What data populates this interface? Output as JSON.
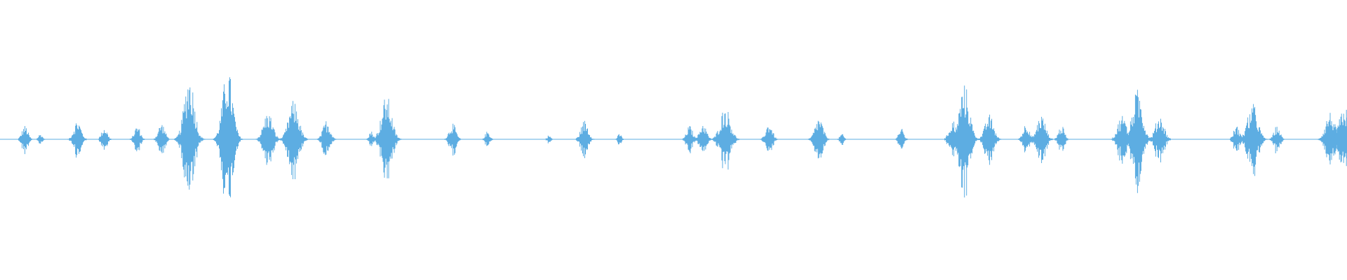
{
  "waveform": {
    "color": "#5DADE2",
    "baseline_color": "#5DADE2",
    "bursts": [
      {
        "time": 0.0185,
        "amplitude": 0.05
      },
      {
        "time": 0.03,
        "amplitude": 0.02
      },
      {
        "time": 0.0575,
        "amplitude": 0.07
      },
      {
        "time": 0.0775,
        "amplitude": 0.045
      },
      {
        "time": 0.102,
        "amplitude": 0.05
      },
      {
        "time": 0.12,
        "amplitude": 0.06
      },
      {
        "time": 0.1405,
        "amplitude": 0.24
      },
      {
        "time": 0.169,
        "amplitude": 0.26
      },
      {
        "time": 0.199,
        "amplitude": 0.1
      },
      {
        "time": 0.218,
        "amplitude": 0.14
      },
      {
        "time": 0.2425,
        "amplitude": 0.07
      },
      {
        "time": 0.2755,
        "amplitude": 0.03
      },
      {
        "time": 0.287,
        "amplitude": 0.16
      },
      {
        "time": 0.336,
        "amplitude": 0.06
      },
      {
        "time": 0.362,
        "amplitude": 0.03
      },
      {
        "time": 0.4075,
        "amplitude": 0.015
      },
      {
        "time": 0.434,
        "amplitude": 0.07
      },
      {
        "time": 0.46,
        "amplitude": 0.02
      },
      {
        "time": 0.512,
        "amplitude": 0.05
      },
      {
        "time": 0.522,
        "amplitude": 0.06
      },
      {
        "time": 0.5385,
        "amplitude": 0.12
      },
      {
        "time": 0.571,
        "amplitude": 0.06
      },
      {
        "time": 0.608,
        "amplitude": 0.08
      },
      {
        "time": 0.625,
        "amplitude": 0.02
      },
      {
        "time": 0.669,
        "amplitude": 0.04
      },
      {
        "time": 0.7075,
        "amplitude": 0.07
      },
      {
        "time": 0.716,
        "amplitude": 0.2
      },
      {
        "time": 0.7345,
        "amplitude": 0.09
      },
      {
        "time": 0.762,
        "amplitude": 0.06
      },
      {
        "time": 0.773,
        "amplitude": 0.09
      },
      {
        "time": 0.788,
        "amplitude": 0.05
      },
      {
        "time": 0.833,
        "amplitude": 0.09
      },
      {
        "time": 0.8445,
        "amplitude": 0.18
      },
      {
        "time": 0.861,
        "amplitude": 0.09
      },
      {
        "time": 0.918,
        "amplitude": 0.05
      },
      {
        "time": 0.93,
        "amplitude": 0.13
      },
      {
        "time": 0.948,
        "amplitude": 0.05
      },
      {
        "time": 0.9875,
        "amplitude": 0.1
      },
      {
        "time": 0.998,
        "amplitude": 0.12
      }
    ]
  }
}
